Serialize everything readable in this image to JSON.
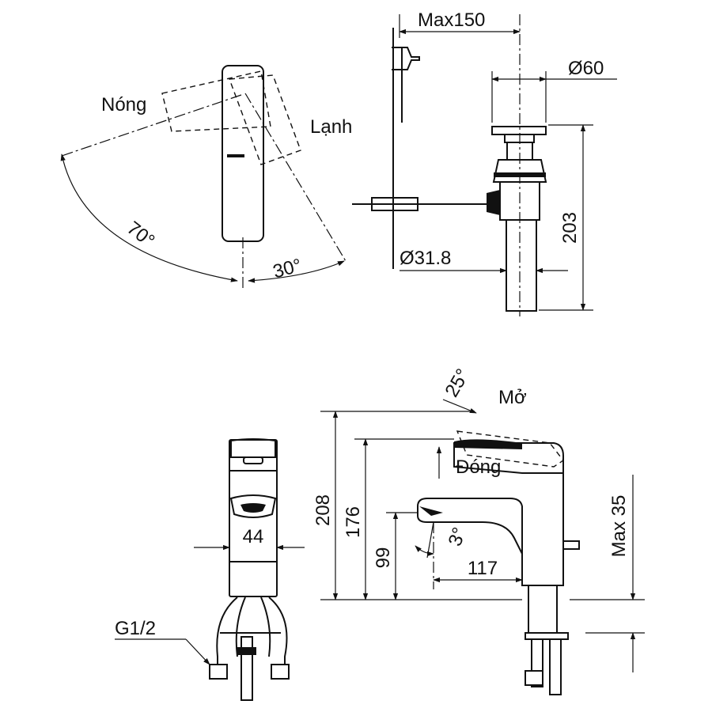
{
  "labels": {
    "hot": "Nóng",
    "cold": "Lạnh",
    "open": "Mở",
    "closed": "Đóng",
    "thread": "G1/2"
  },
  "angles": {
    "hot_rotation": "70°",
    "cold_rotation": "30°",
    "lever_lift": "25°",
    "spout_tilt": "3°"
  },
  "dimensions": {
    "rod_max": "Max150",
    "drain_top_dia": "Ø60",
    "drain_height": "203",
    "drain_pipe_dia": "Ø31.8",
    "body_width": "44",
    "total_height": "208",
    "lever_height": "176",
    "spout_height": "99",
    "spout_reach": "117",
    "deck_max": "Max 35"
  }
}
